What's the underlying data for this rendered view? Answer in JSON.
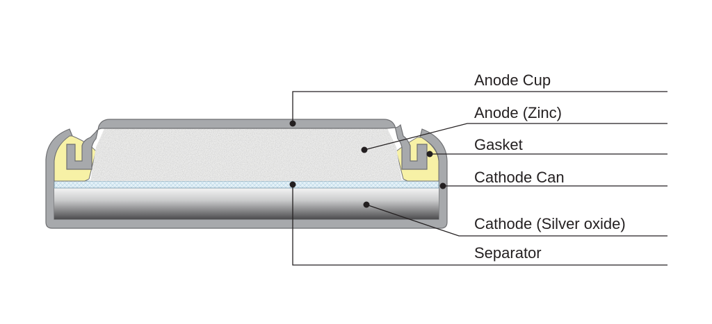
{
  "title": "Silver oxide button cell cross-section",
  "labels": {
    "anode_cup": "Anode Cup",
    "anode": "Anode (Zinc)",
    "gasket": "Gasket",
    "cathode_can": "Cathode Can",
    "cathode": "Cathode (Silver oxide)",
    "separator": "Separator"
  },
  "colors": {
    "metal": "#a7a9ac",
    "metal_edge": "#6d6e71",
    "anode_fill": "#ececeb",
    "gasket": "#f7f1a6",
    "separator": "#d9ecf5",
    "cathode_light": "#e6e7e8",
    "cathode_dark": "#58595b",
    "leader": "#231f20"
  }
}
